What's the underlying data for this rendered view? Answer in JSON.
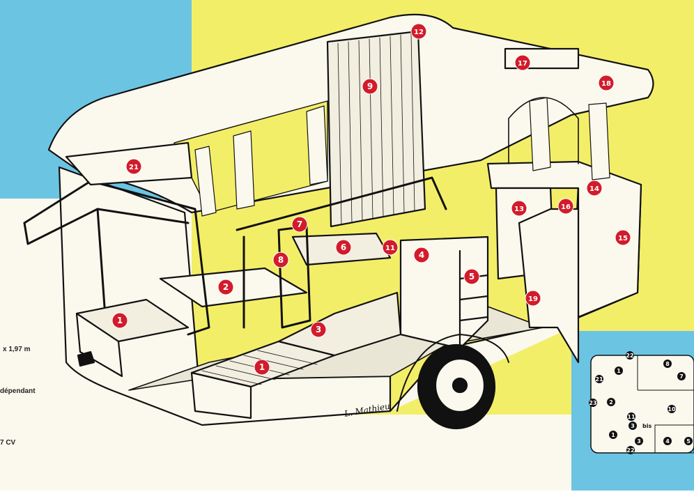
{
  "colors": {
    "blue": "#6cc4e3",
    "yellow": "#f3ee68",
    "white": "#fbf9ee",
    "marker": "#d21b2b",
    "ink": "#111111"
  },
  "specs": [
    {
      "id": "dimension",
      "text": "x 1,97 m"
    },
    {
      "id": "independent",
      "text": "dépendant"
    },
    {
      "id": "power",
      "text": "7 CV"
    }
  ],
  "signature": "L. Mathieu",
  "callouts": [
    "1",
    "1",
    "2",
    "3",
    "4",
    "5",
    "6",
    "7",
    "8",
    "9",
    "11",
    "12",
    "13",
    "14",
    "15",
    "16",
    "17",
    "18",
    "19",
    "21"
  ],
  "floor_plan": {
    "labels": [
      "22",
      "8",
      "7",
      "21",
      "1",
      "2",
      "10",
      "23",
      "11",
      "3",
      "bis",
      "1",
      "3",
      "4",
      "5",
      "22"
    ]
  }
}
